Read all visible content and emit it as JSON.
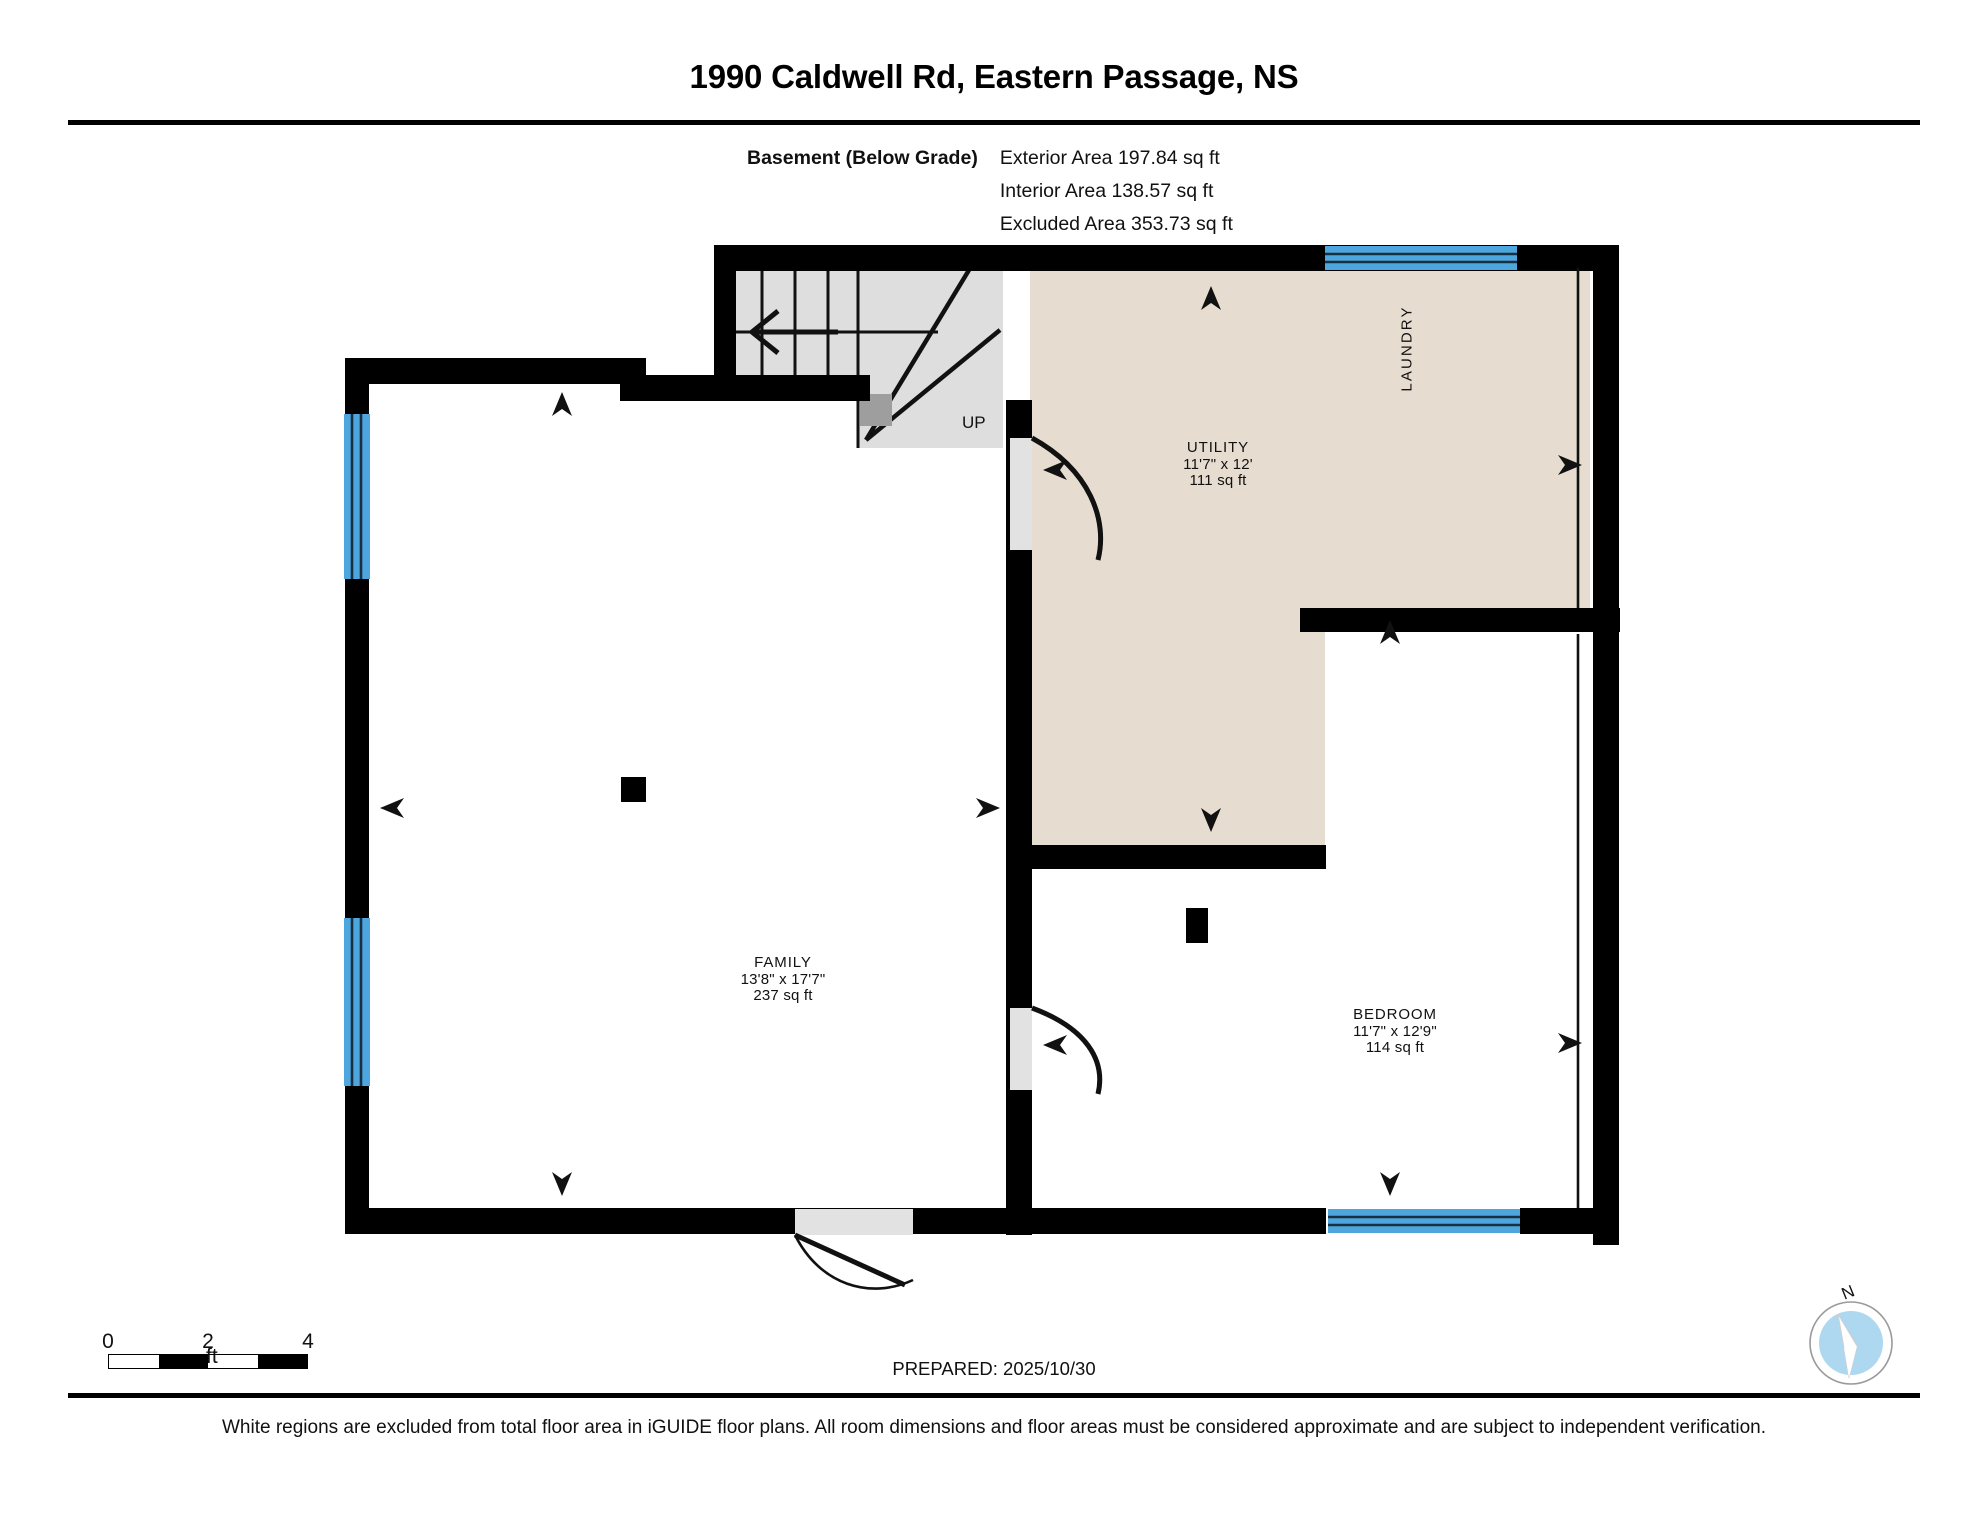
{
  "header": {
    "title": "1990 Caldwell Rd, Eastern Passage, NS"
  },
  "summary": {
    "level_label": "Basement (Below Grade)",
    "rows": [
      "Exterior Area 197.84 sq ft",
      "Interior Area 138.57 sq ft",
      "Excluded Area 353.73 sq ft"
    ]
  },
  "rooms": [
    {
      "name": "UTILITY",
      "dimensions": "11'7\" x 12'",
      "area": "111 sq ft"
    },
    {
      "name": "FAMILY",
      "dimensions": "13'8\" x 17'7\"",
      "area": "237 sq ft"
    },
    {
      "name": "BEDROOM",
      "dimensions": "11'7\" x 12'9\"",
      "area": "114 sq ft"
    }
  ],
  "annotations": {
    "laundry_label": "LAUNDRY",
    "stair_direction": "UP"
  },
  "scale": {
    "ticks": [
      "0",
      "2",
      "4"
    ],
    "unit": "ft"
  },
  "prepared": {
    "text": "PREPARED: 2025/10/30"
  },
  "compass": {
    "north_label": "N"
  },
  "footer": {
    "disclaimer": "White regions are excluded from total floor area in iGUIDE floor plans. All room dimensions and floor areas must be considered approximate and are subject to independent verification."
  },
  "colors": {
    "wall": "#000000",
    "included_fill": "#e6ddd0",
    "excluded_fill": "#ffffff",
    "window": "#4da6dd",
    "stair_fill": "#dedede",
    "door_fill": "#e2e2e2",
    "compass_disc": "#aed8ef",
    "compass_needle": "#e8231f"
  }
}
